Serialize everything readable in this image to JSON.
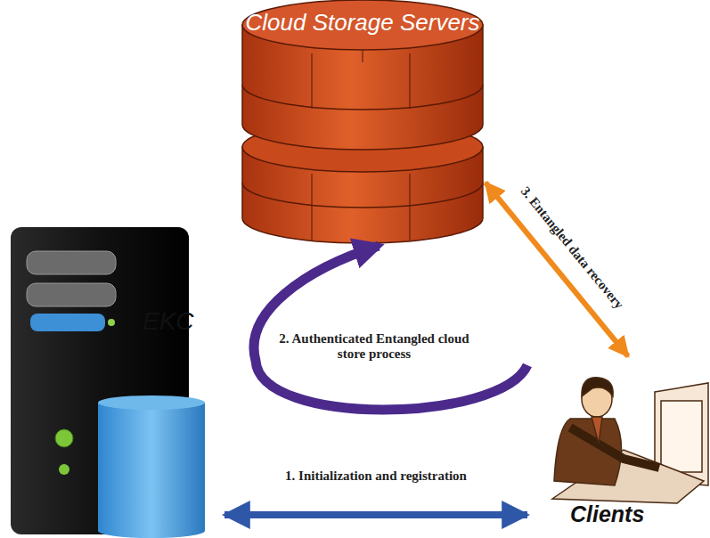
{
  "diagram": {
    "nodes": [
      {
        "text": [
          "Cloud Storage Servers"
        ]
      },
      {
        "text": [
          "EKC"
        ]
      },
      {
        "text": [
          "Clients"
        ]
      }
    ],
    "edges": [
      {
        "from": 1,
        "to": 2,
        "arrow": "both",
        "label": "1. Initialization and registration"
      },
      {
        "from": 2,
        "to": 0,
        "arrow": "to",
        "label": "2. Authenticated Entangled cloud store process"
      },
      {
        "from": 0,
        "to": 2,
        "arrow": "both",
        "label": "3. Entangled data recovery"
      }
    ]
  }
}
